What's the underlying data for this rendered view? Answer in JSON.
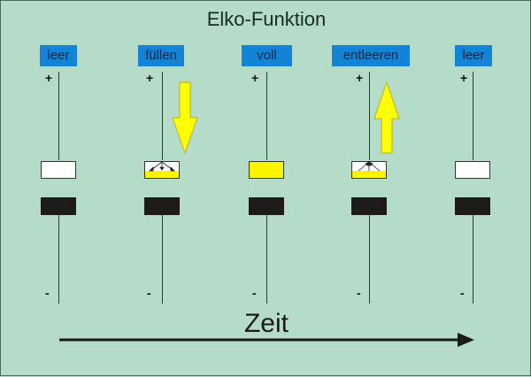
{
  "title": "Elko-Funktion",
  "colors": {
    "background": "#b5dcc8",
    "label_bg": "#1283d6",
    "charge_yellow": "#fcf400",
    "plate_dark": "#1e1a18",
    "arrow_yellow": "#ffff00"
  },
  "stages": [
    {
      "label": "leer",
      "plus": "+",
      "minus": "-",
      "fill_fraction": 0.0,
      "arrow": "none",
      "field_arrows": false
    },
    {
      "label": "füllen",
      "plus": "+",
      "minus": "-",
      "fill_fraction": 0.45,
      "arrow": "down",
      "field_arrows": true
    },
    {
      "label": "voll",
      "plus": "+",
      "minus": "-",
      "fill_fraction": 1.0,
      "arrow": "none",
      "field_arrows": false
    },
    {
      "label": "entleeren",
      "plus": "+",
      "minus": "-",
      "fill_fraction": 0.45,
      "arrow": "up",
      "field_arrows": true
    },
    {
      "label": "leer",
      "plus": "+",
      "minus": "-",
      "fill_fraction": 0.0,
      "arrow": "none",
      "field_arrows": false
    }
  ],
  "time_axis": {
    "label": "Zeit",
    "icon": "arrow-right-icon"
  }
}
